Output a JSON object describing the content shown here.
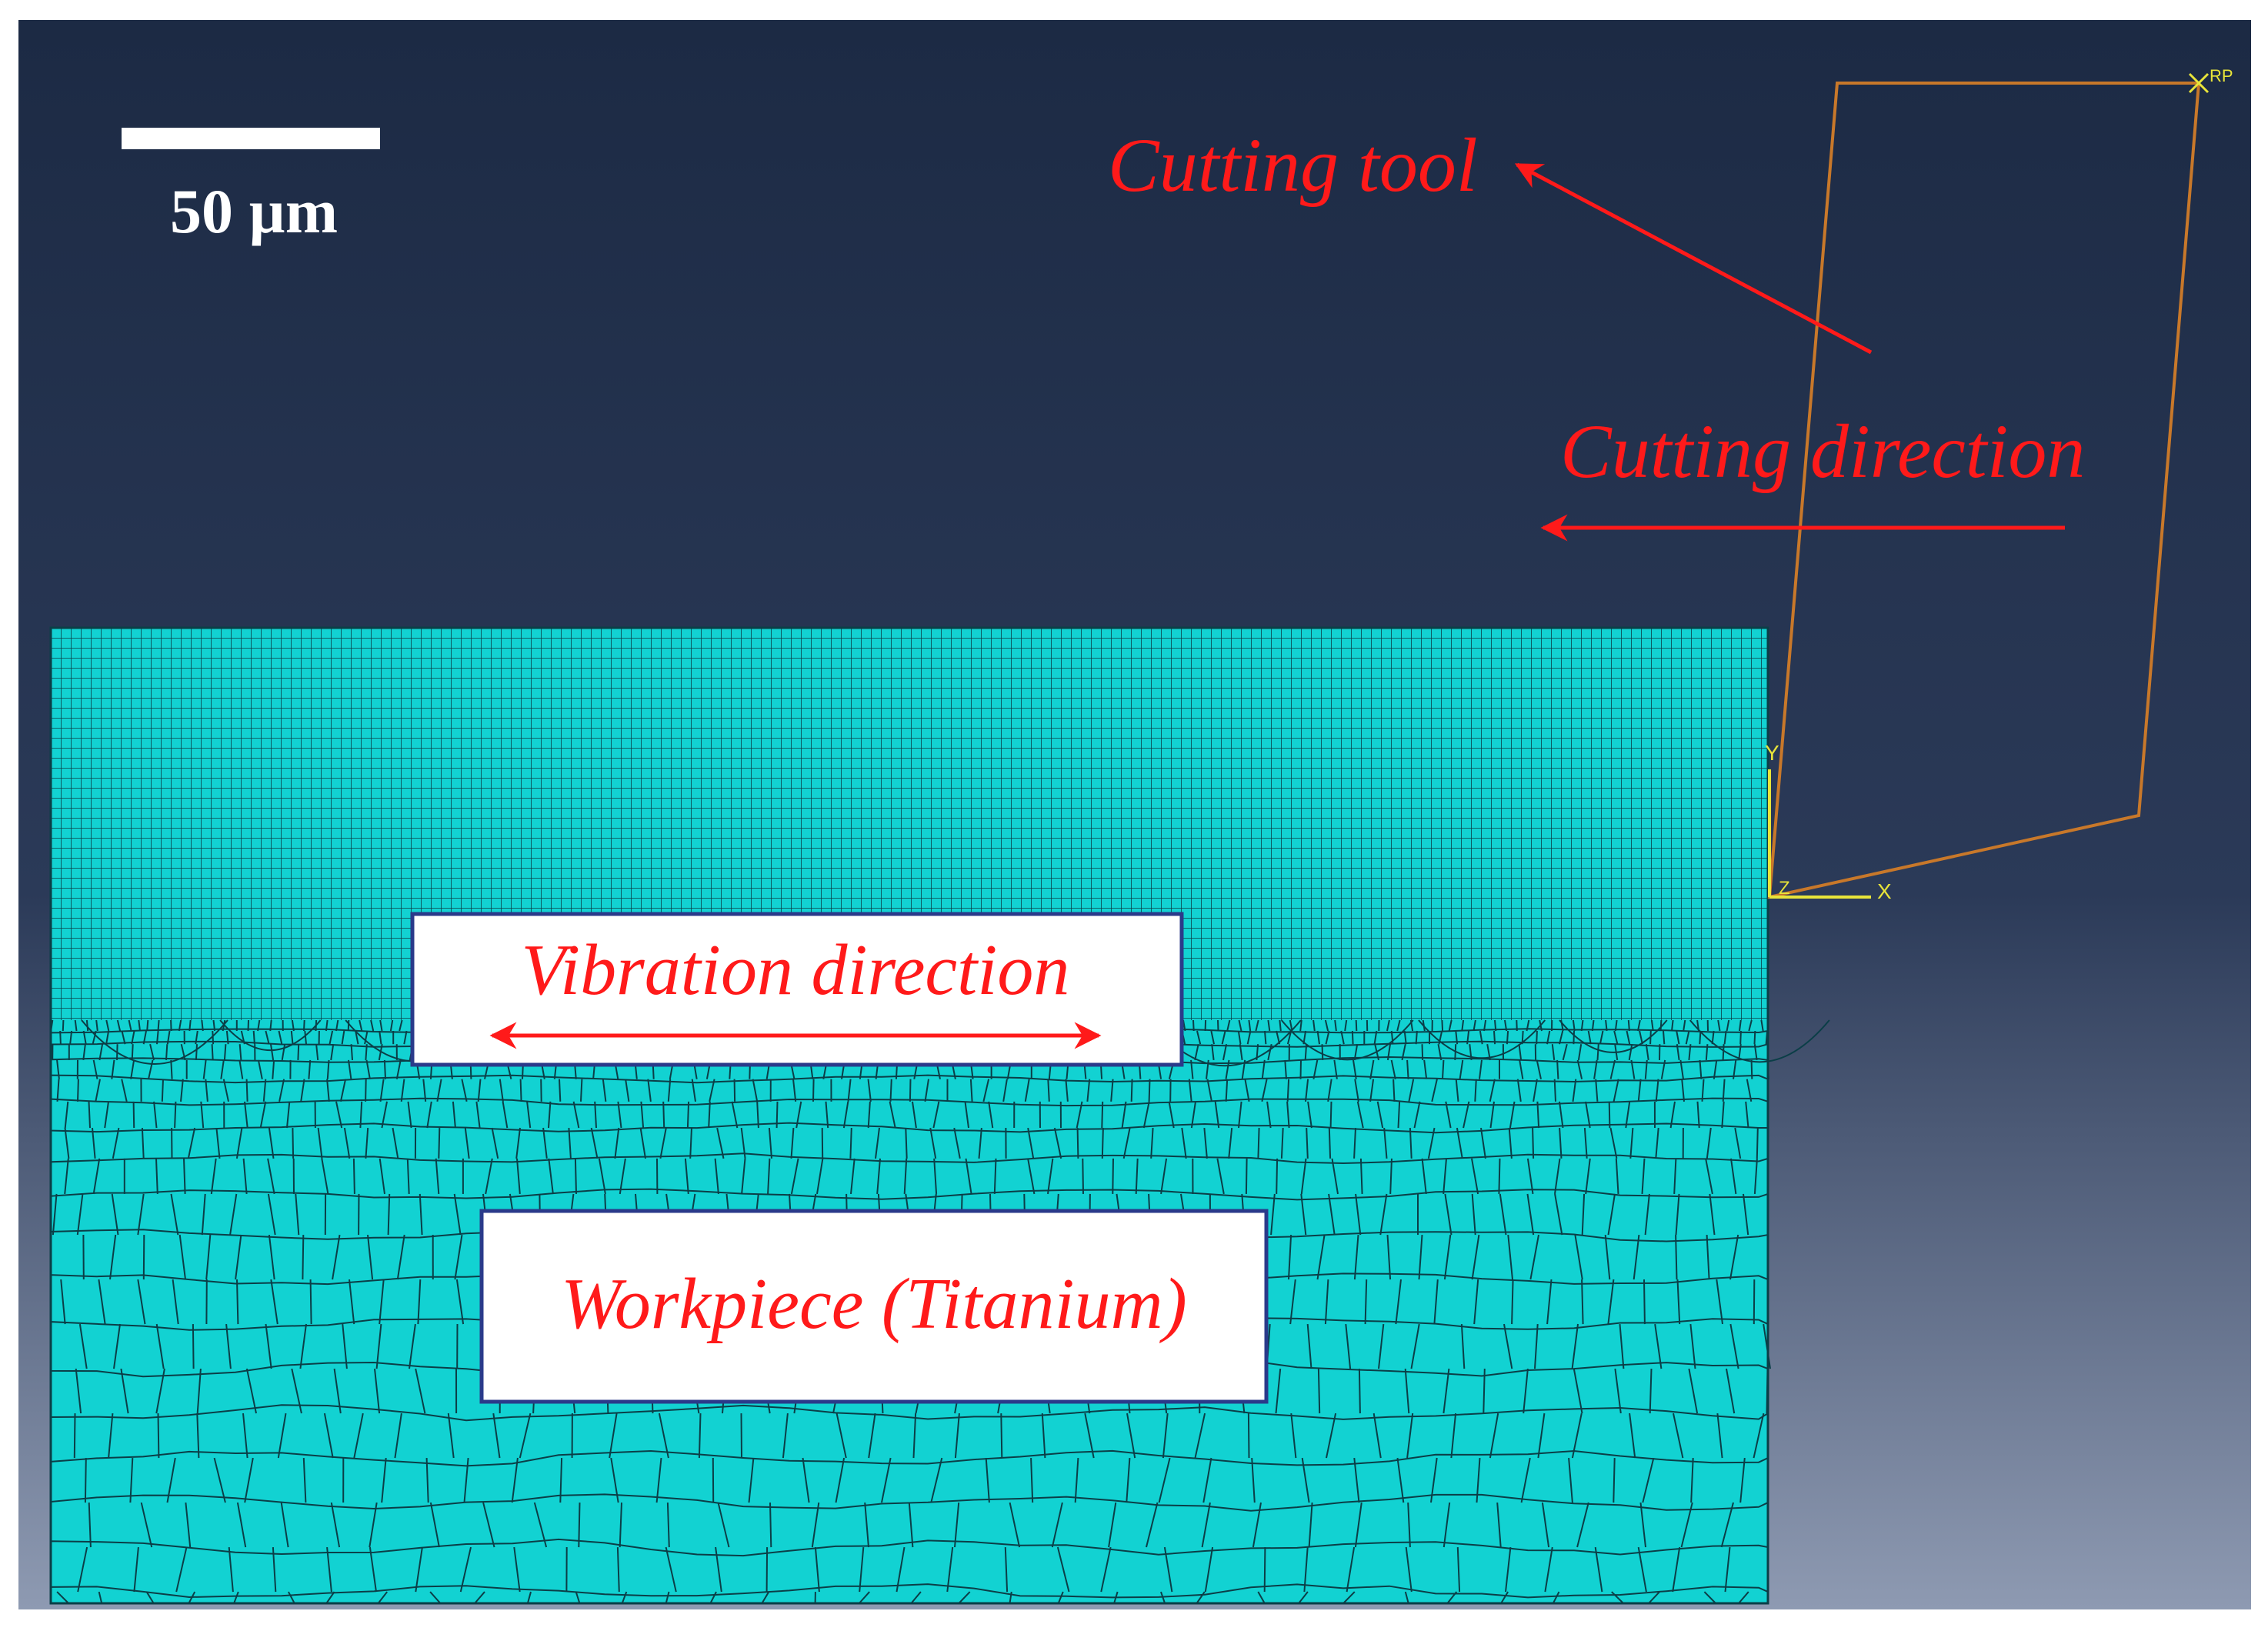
{
  "scale_bar": {
    "label": "50 µm"
  },
  "labels": {
    "cutting_tool": "Cutting tool",
    "cutting_direction": "Cutting direction",
    "vibration_direction": "Vibration direction",
    "workpiece": "Workpiece (Titanium)"
  },
  "triad": {
    "y": "Y",
    "x": "X",
    "z": "Z"
  },
  "reference_point": {
    "label": "RP"
  },
  "colors": {
    "background_top": "#1c2a44",
    "background_bottom": "#8e9ab2",
    "mesh_fill": "#12d2d2",
    "mesh_line": "#0b3e47",
    "tool_outline": "#c8782a",
    "annotation_red": "#ff1a1a",
    "triad_yellow": "#e8e43a"
  }
}
